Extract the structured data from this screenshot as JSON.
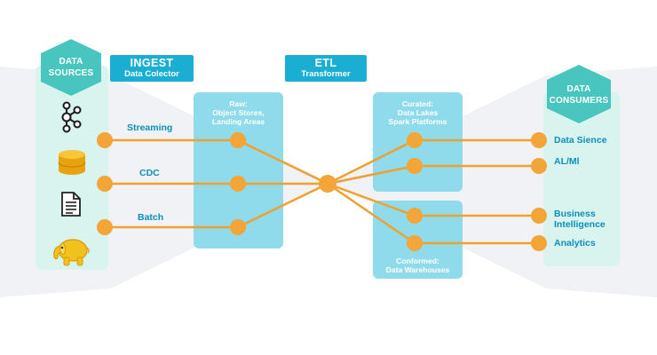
{
  "sources": {
    "title_line1": "DATA",
    "title_line2": "SOURCES",
    "icons": [
      "kafka-icon",
      "database-icon",
      "document-icon",
      "hadoop-elephant-icon"
    ]
  },
  "ingest": {
    "title": "INGEST",
    "subtitle": "Data Colector"
  },
  "etl": {
    "title": "ETL",
    "subtitle": "Transformer"
  },
  "raw": {
    "title_line1": "Raw:",
    "title_line2": "Object Stores,",
    "title_line3": "Landing Areas"
  },
  "curated": {
    "title_line1": "Curated:",
    "title_line2": "Data Lakes",
    "title_line3": "Spark Platforms"
  },
  "conformed": {
    "title_line1": "Conformed:",
    "title_line2": "Data Warehouses"
  },
  "flows": {
    "streaming": "Streaming",
    "cdc": "CDC",
    "batch": "Batch"
  },
  "consumers": {
    "title_line1": "DATA",
    "title_line2": "CONSUMERS",
    "data_science": "Data Sience",
    "ai_ml": "AL/Ml",
    "bi_line1": "Business",
    "bi_line2": "Intelligence",
    "analytics": "Analytics"
  },
  "colors": {
    "line": "#f0a02e",
    "node": "#f3a537",
    "accent": "#1aaed3",
    "hexagon": "#49c5bf",
    "panel_blue": "#8fdbec",
    "panel_light": "#d9f4ef",
    "label_text": "#0b8fb8"
  }
}
